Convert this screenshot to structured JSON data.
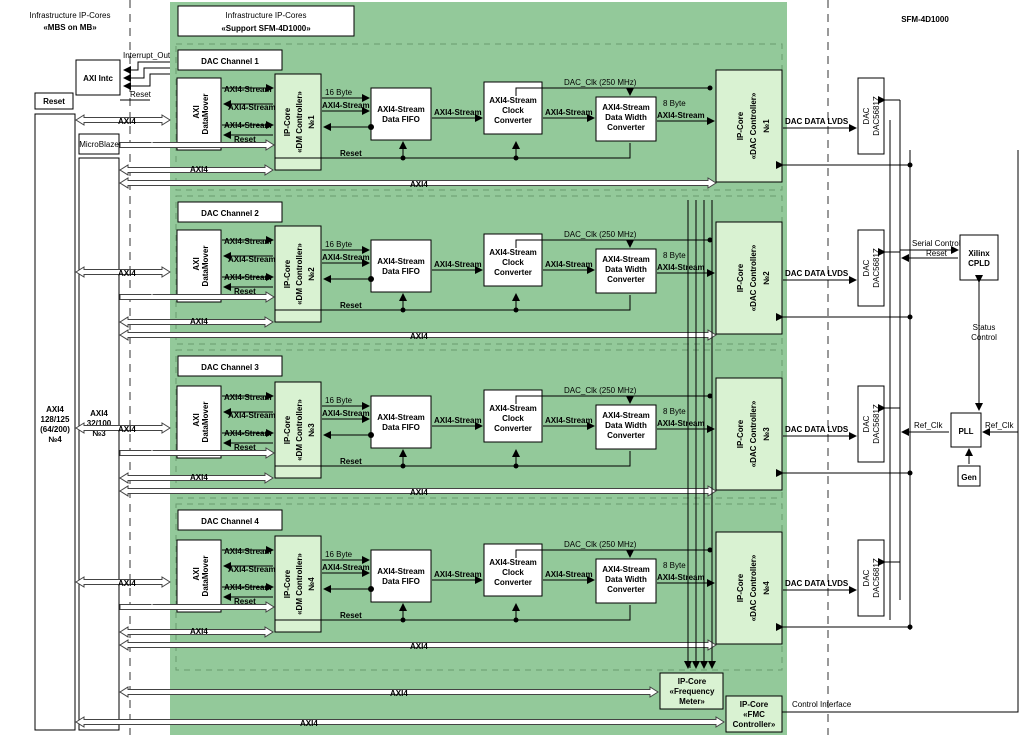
{
  "infra_left": {
    "title": "Infrastructure IP-Cores",
    "subtitle": "«MBS on MB»"
  },
  "infra_support": {
    "title": "Infrastructure IP-Cores",
    "subtitle": "«Support SFM-4D1000»"
  },
  "sfm_title": "SFM-4D1000",
  "left_blocks": {
    "axi_intc": "AXI Intc",
    "interrupt_out": "Interrupt_Out",
    "reset_box": "Reset",
    "reset_line": "Reset",
    "microblaze": "MicroBlaze",
    "axi4_128": [
      "AXI4",
      "128/125",
      "(64/200)",
      "№4"
    ],
    "axi4_32": [
      "AXI4",
      "32/100",
      "№3"
    ]
  },
  "channels": [
    {
      "title": "DAC Channel 1",
      "num": "№1"
    },
    {
      "title": "DAC Channel 2",
      "num": "№2"
    },
    {
      "title": "DAC Channel 3",
      "num": "№3"
    },
    {
      "title": "DAC Channel 4",
      "num": "№4"
    }
  ],
  "labels": {
    "axi_datamover": [
      "AXI",
      "DataMover"
    ],
    "axi4_stream": "AXI4-Stream",
    "reset": "Reset",
    "dm_controller": [
      "IP-Core",
      "«DM Controller»"
    ],
    "byte16": "16 Byte",
    "data_fifo": [
      "AXI4-Stream",
      "Data FIFO"
    ],
    "clock_conv": [
      "AXI4-Stream",
      "Clock",
      "Converter"
    ],
    "width_conv": [
      "AXI4-Stream",
      "Data Width",
      "Converter"
    ],
    "byte8": "8 Byte",
    "dac_clk": "DAC_Clk (250 MHz)",
    "dac_controller": [
      "IP-Core",
      "«DAC Controller»"
    ],
    "dac_data_lvds": "DAC DATA LVDS",
    "axi4": "AXI4",
    "dac_chip": [
      "DAC",
      "DAC5681Z"
    ]
  },
  "bottom": {
    "freq_meter": [
      "IP-Core",
      "«Frequency",
      "Meter»"
    ],
    "fmc_controller": [
      "IP-Core",
      "«FMC",
      "Controller»"
    ],
    "control_interface": "Control Interface"
  },
  "right": {
    "cpld": [
      "Xilinx",
      "CPLD"
    ],
    "serial_control": "Serial Control",
    "reset": "Reset",
    "status_control": [
      "Status",
      "Control"
    ],
    "pll": "PLL",
    "ref_clk_in": "Ref_Clk",
    "ref_clk_out": "Ref_Clk",
    "gen": "Gen"
  },
  "colors": {
    "green_bg": "#93c99a",
    "block_green": "#d9f2d2"
  }
}
